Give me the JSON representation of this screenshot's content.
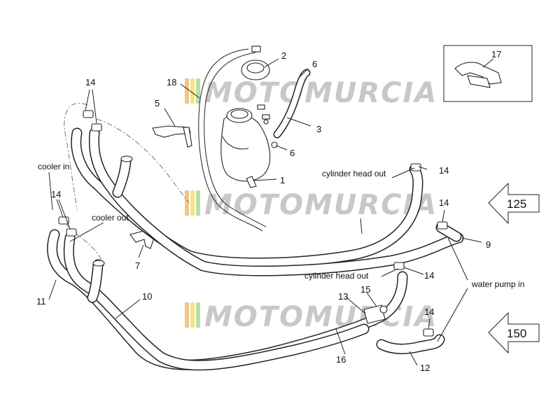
{
  "watermark": "MOTOMURCIA",
  "callouts": {
    "n1": "1",
    "n2": "2",
    "n3": "3",
    "n5": "5",
    "n6a": "6",
    "n6b": "6",
    "n7": "7",
    "n9": "9",
    "n10": "10",
    "n11": "11",
    "n12": "12",
    "n13": "13",
    "n14a": "14",
    "n14b": "14",
    "n14c": "14",
    "n14d": "14",
    "n14e": "14",
    "n14f": "14",
    "n15": "15",
    "n16": "16",
    "n17": "17",
    "n18": "18"
  },
  "labels": {
    "cooler_in": "cooler in",
    "cooler_out": "cooler out",
    "cyl_head_out_top": "cylinder head out",
    "cyl_head_out_bottom": "cylinder head out",
    "water_pump_in": "water pump in"
  },
  "arrows": {
    "top": "125",
    "bottom": "150"
  }
}
